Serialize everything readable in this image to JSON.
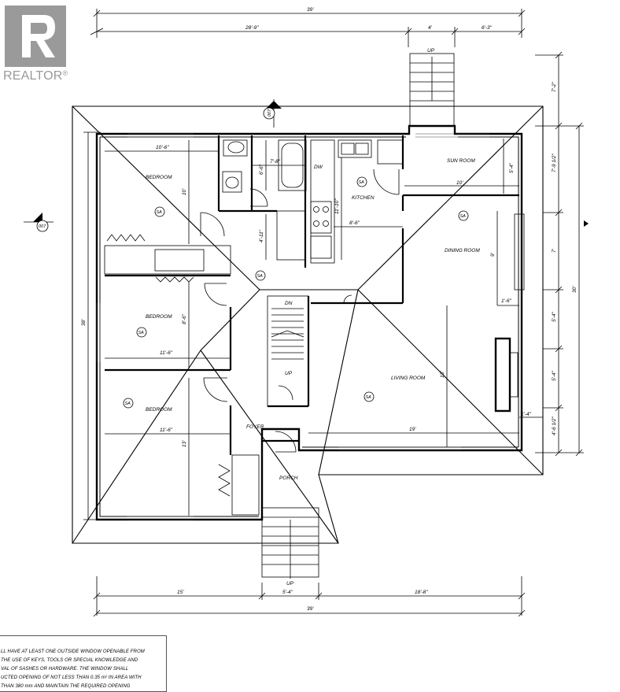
{
  "logo": {
    "text": "REALTOR",
    "mark": "®"
  },
  "dimensions": {
    "top_overall": "39'",
    "top_left": "28'-9\"",
    "top_mid": "4'",
    "top_right": "6'-3\"",
    "bottom_left": "15'",
    "bottom_mid": "5'-4\"",
    "bottom_right": "18'-8\"",
    "bottom_overall": "39'",
    "left_overall": "38'",
    "right_overall": "30'",
    "right_1": "7'-2\"",
    "right_2": "7'-9 1/2\"",
    "right_3": "7'",
    "right_4": "5'-4\"",
    "right_5": "5'-4\"",
    "right_6": "4'-6 1/2\"",
    "bedroom1_width": "10'-6\"",
    "bedroom1_depth": "10'",
    "bath_width": "7'-8\"",
    "bath_depth": "6'-6\"",
    "closet_depth": "4'-11\"",
    "kitchen_depth": "11'-10\"",
    "kitchen_width": "8'-6\"",
    "sunroom_width": "10'",
    "sunroom_depth": "5'-4\"",
    "dining_depth": "9'",
    "dining_offset": "1'-6\"",
    "bedroom2_depth": "8'-6\"",
    "bedroom2_width": "11'-6\"",
    "bedroom3_width": "11'-6\"",
    "bedroom3_depth": "13'",
    "living_width": "19'",
    "living_depth": "13'",
    "fireplace_offset": "1'-4\""
  },
  "rooms": {
    "bedroom1": "BEDROOM",
    "bedroom2": "BEDROOM",
    "bedroom3": "BEDROOM",
    "kitchen": "KITCHEN",
    "sunroom": "SUN ROOM",
    "dining": "DINING ROOM",
    "living": "LIVING ROOM",
    "foyer": "FOYER",
    "porch": "PORCH"
  },
  "stairs": {
    "up_top": "UP",
    "up_bottom": "UP",
    "dn": "DN",
    "up_inner": "UP"
  },
  "smoke_alarm": "SA",
  "appliance": "DW",
  "section_marks": {
    "left": "007",
    "top": "007"
  },
  "note_lines": [
    "LL HAVE AT LEAST ONE OUTSIDE WINDOW OPENABLE FROM",
    "THE USE OF KEYS, TOOLS OR SPECIAL KNOWLEDGE AND",
    "VAL OF SASHES OR HARDWARE. THE WINDOW SHALL",
    "UCTED OPENING OF NOT LESS THAN 0.35 m² IN AREA WITH",
    "THAN 380 mm AND MAINTAIN THE REQUIRED OPENING"
  ]
}
